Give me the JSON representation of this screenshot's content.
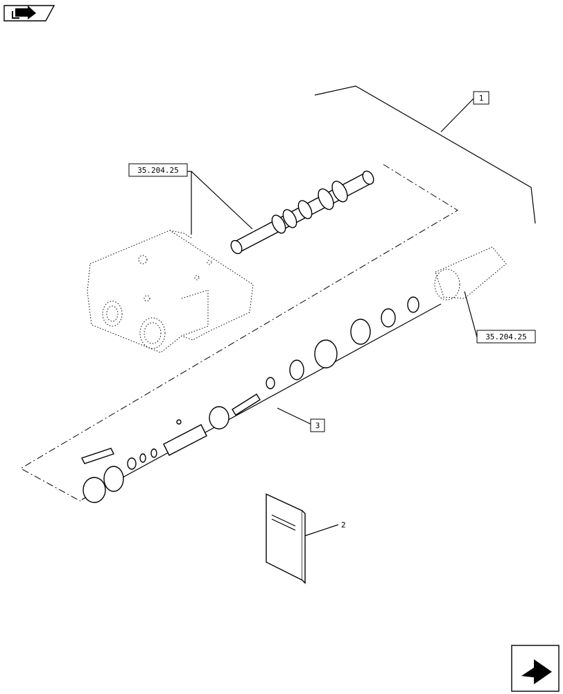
{
  "nav": {
    "top_left_icon": "book-arrow-icon",
    "bottom_right_icon": "next-page-arrow-icon"
  },
  "callouts": {
    "assembly_ref": "1",
    "kit_ref": "3",
    "booklet_ref": "2",
    "spool_ref": "35.204.25",
    "cap_ref": "35.204.25"
  },
  "booklet": {
    "line1": "",
    "line2": ""
  }
}
